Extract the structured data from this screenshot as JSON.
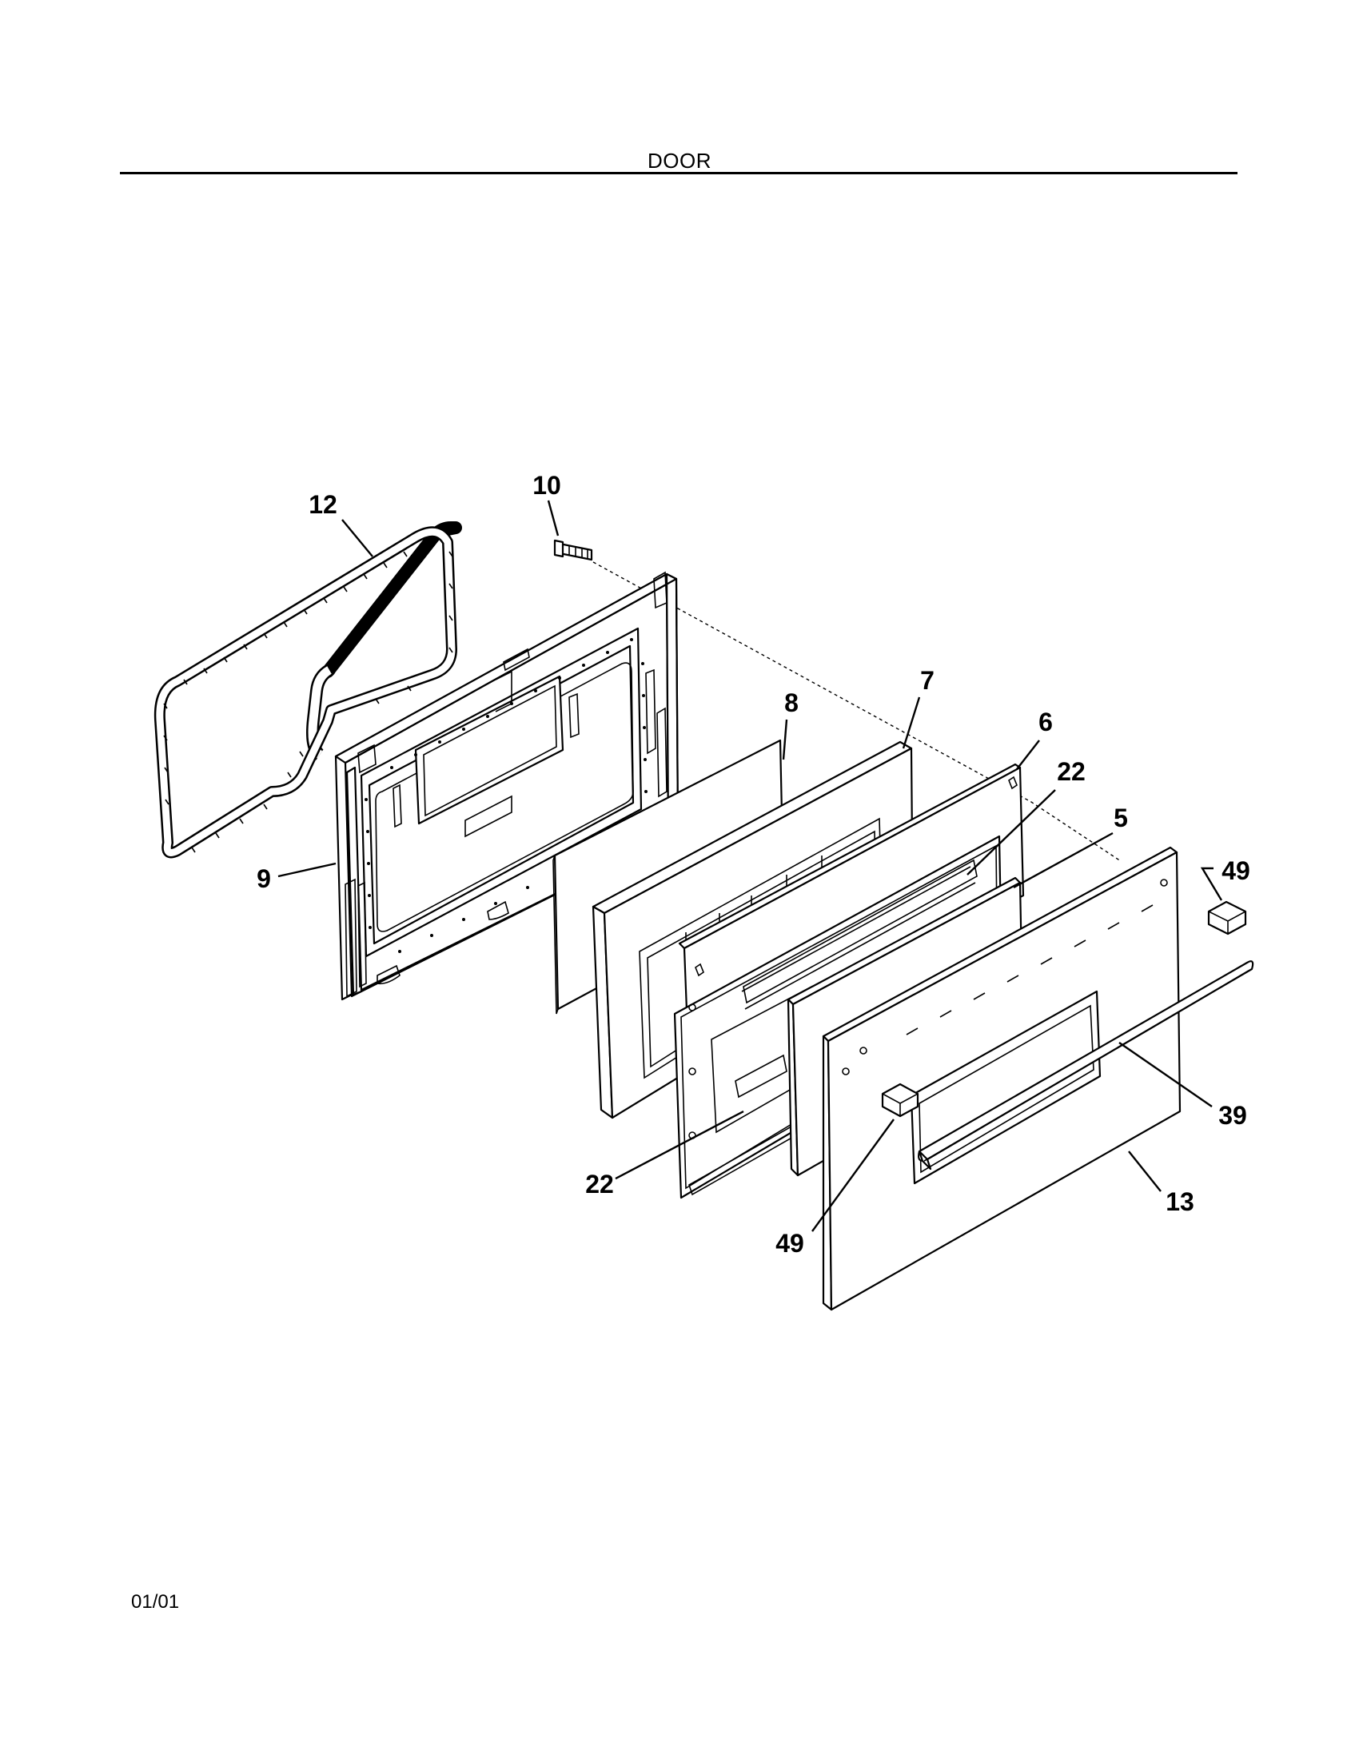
{
  "header": {
    "title": "DOOR"
  },
  "footer": {
    "date_code": "01/01"
  },
  "callouts": [
    {
      "id": "gasket",
      "label": "12"
    },
    {
      "id": "screw",
      "label": "10"
    },
    {
      "id": "inner-door-frame",
      "label": "9"
    },
    {
      "id": "insulation",
      "label": "8"
    },
    {
      "id": "insulation-retainer",
      "label": "7"
    },
    {
      "id": "window-pack",
      "label": "6"
    },
    {
      "id": "upper-glass-retainer",
      "label": "22"
    },
    {
      "id": "glass-panel",
      "label": "5"
    },
    {
      "id": "handle-endcap-right",
      "label": "49"
    },
    {
      "id": "door-handle",
      "label": "39"
    },
    {
      "id": "lower-glass-retainer",
      "label": "22"
    },
    {
      "id": "outer-door-panel",
      "label": "13"
    },
    {
      "id": "handle-endcap-left",
      "label": "49"
    }
  ]
}
